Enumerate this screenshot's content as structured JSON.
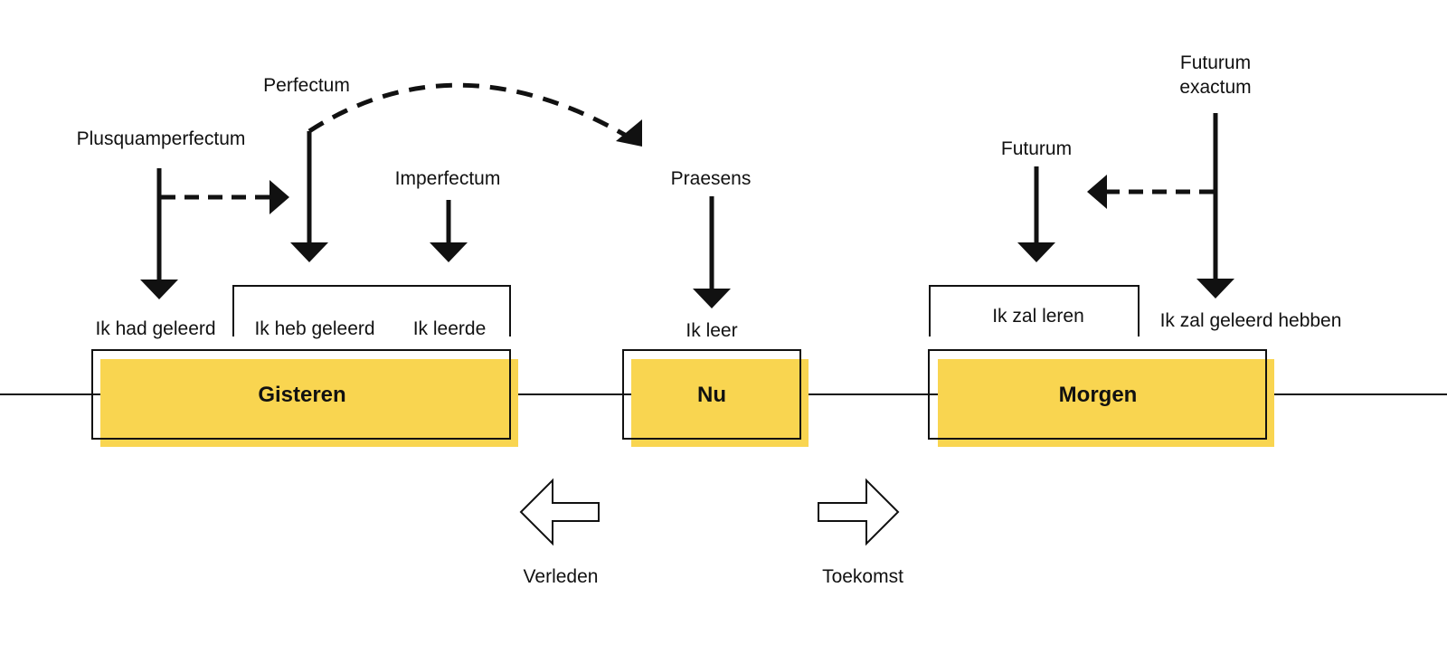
{
  "colors": {
    "accent_fill": "#F9D550",
    "stroke": "#111111",
    "background": "#ffffff"
  },
  "periods": {
    "past": "Gisteren",
    "present": "Nu",
    "future": "Morgen"
  },
  "tenses": {
    "plusquamperfectum": "Plusquamperfectum",
    "perfectum": "Perfectum",
    "imperfectum": "Imperfectum",
    "praesens": "Praesens",
    "futurum": "Futurum",
    "futurum_exactum_line1": "Futurum",
    "futurum_exactum_line2": "exactum"
  },
  "examples": {
    "had_geleerd": "Ik had geleerd",
    "heb_geleerd": "Ik heb geleerd",
    "leerde": "Ik leerde",
    "leer": "Ik leer",
    "zal_leren": "Ik zal leren",
    "zal_geleerd_hebben": "Ik zal geleerd hebben"
  },
  "directions": {
    "past": "Verleden",
    "future": "Toekomst"
  },
  "icons": [
    "arrow-down-icon",
    "dashed-arrow-icon",
    "outline-arrow-left-icon",
    "outline-arrow-right-icon"
  ]
}
